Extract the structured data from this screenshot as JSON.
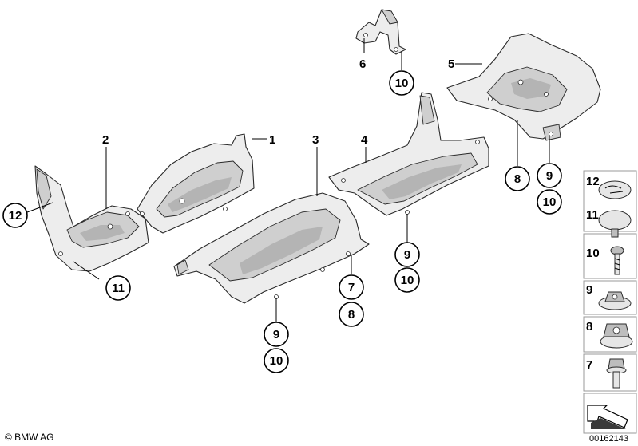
{
  "callouts": {
    "c12": "12",
    "c11": "11",
    "c9a": "9",
    "c10a": "10",
    "c7": "7",
    "c8a": "8",
    "c9b": "9",
    "c10b": "10",
    "c10c": "10",
    "c8b": "8",
    "c9c": "9",
    "c10d": "10"
  },
  "labels": {
    "l1": "1",
    "l2": "2",
    "l3": "3",
    "l4": "4",
    "l5": "5",
    "l6": "6"
  },
  "hardware": {
    "h12": "12",
    "h11": "11",
    "h10": "10",
    "h9": "9",
    "h8": "8",
    "h7": "7"
  },
  "footer": {
    "copyright": "© BMW AG",
    "doc_number": "00162143"
  }
}
